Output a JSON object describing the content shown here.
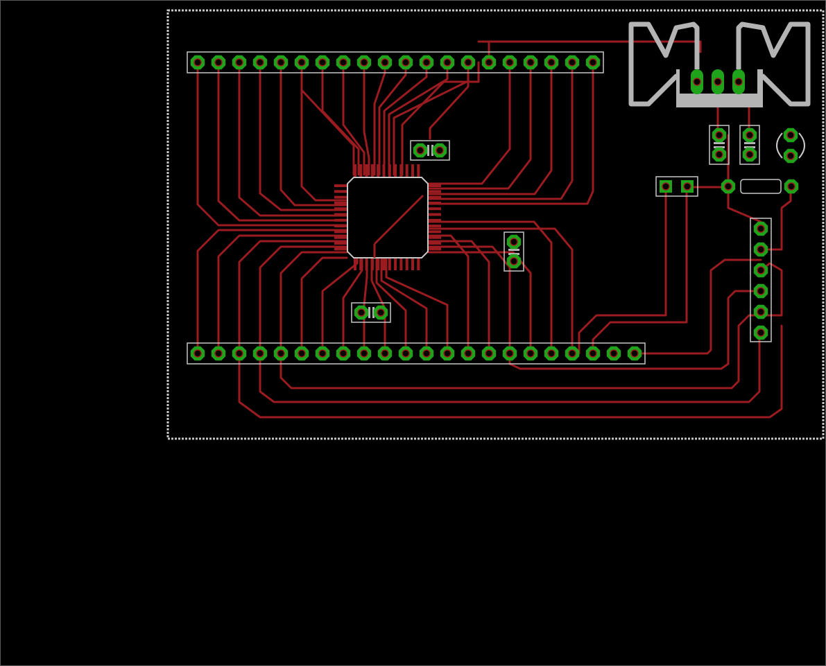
{
  "view": {
    "background_color": "#000000",
    "frame_color": "#5a5a5a"
  },
  "board": {
    "outline_color": "#c8c8c8",
    "trace_color": "#9b1c20",
    "pad_color": "#1fa31a",
    "silk_color": "#c8c8c8",
    "silk_fill": "#b4b4b4"
  },
  "components": {
    "mcu": "tqfp-48-microcontroller",
    "top_header": "20-pin-header",
    "bottom_header": "22-pin-header",
    "side_header": "6-pin-header",
    "caps": [
      "capacitor",
      "capacitor",
      "capacitor",
      "capacitor",
      "capacitor"
    ],
    "usb": "usb-connector",
    "crystal": "crystal-oscillator",
    "resistor": "resistor",
    "led": "led",
    "jumper": "2-pin-jumper"
  }
}
